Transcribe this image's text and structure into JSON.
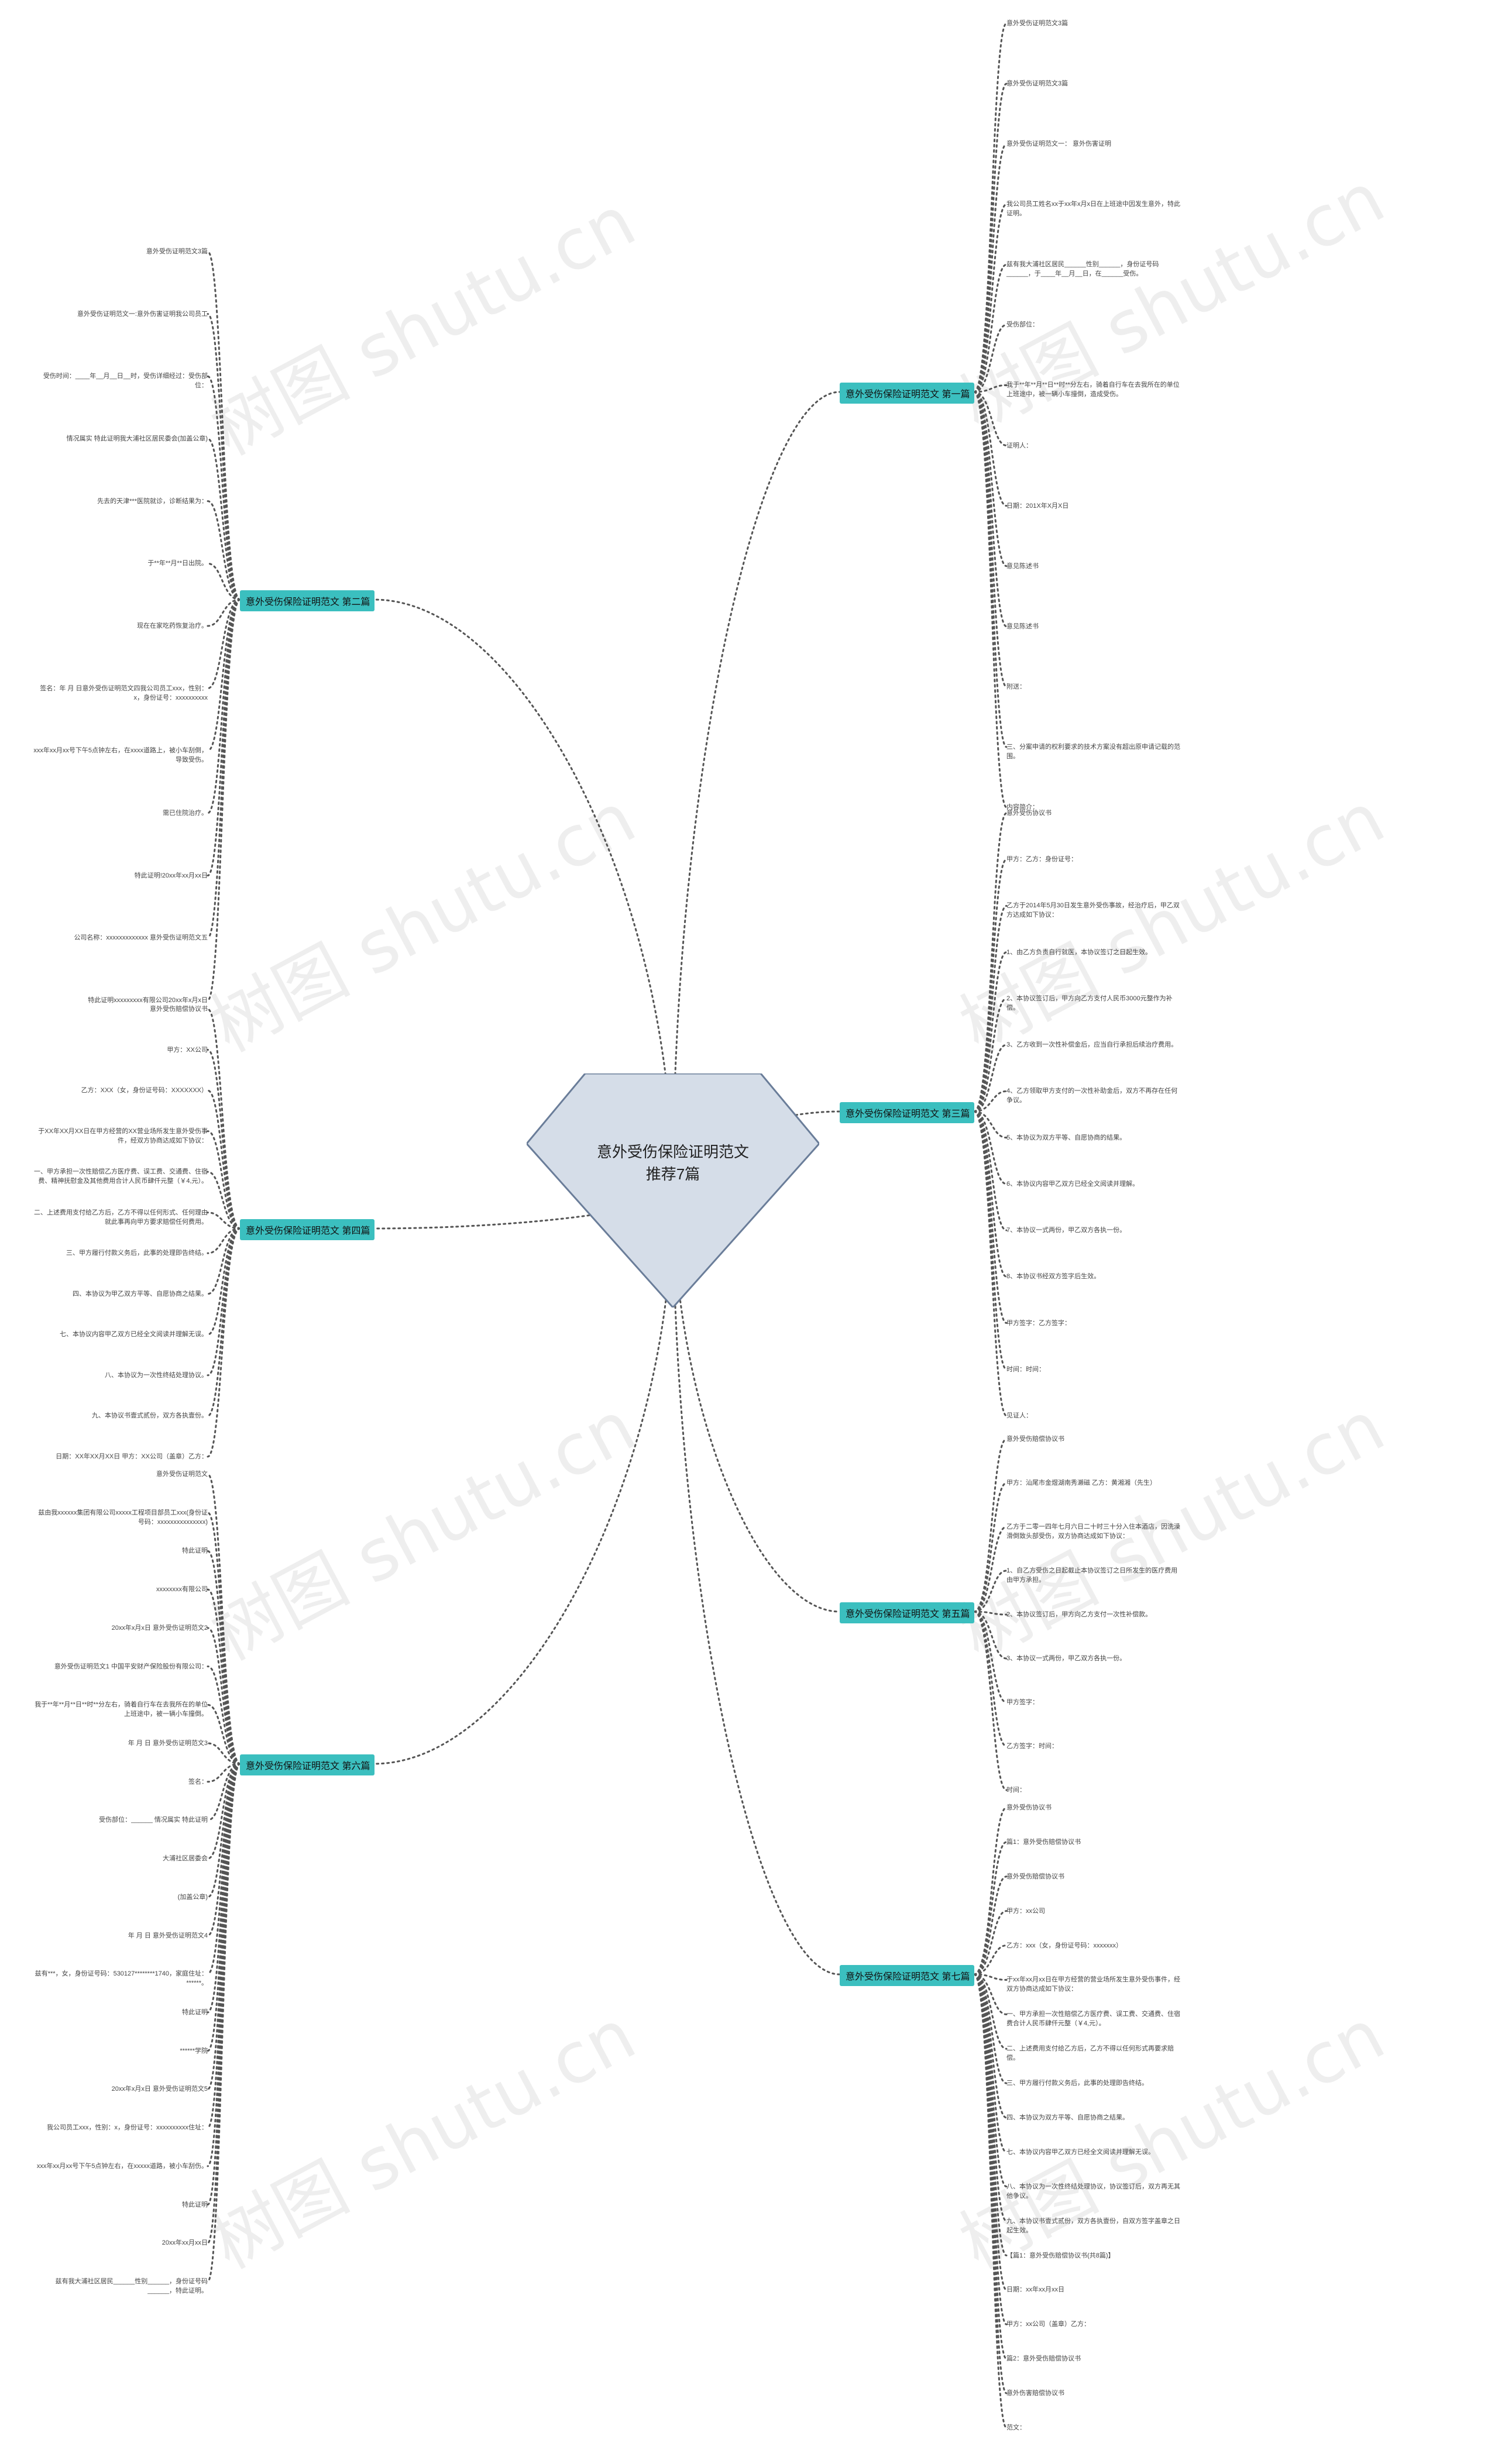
{
  "center_title": "意外受伤保险证明范文推荐7篇",
  "watermark": "树图 shutu.cn",
  "branches": [
    {
      "label": "意外受伤保险证明范文 第一篇",
      "items": [
        "意外受伤证明范文3篇",
        "意外受伤证明范文3篇",
        "意外受伤证明范文一： 意外伤害证明",
        "我公司员工姓名xx于xx年x月x日在上班途中因发生意外，特此证明。",
        "兹有我大浦社区居民______性别______，身份证号码______，于____年__月__日，在______受伤。",
        "受伤部位：",
        "我于**年**月**日**时**分左右，骑着自行车在去我所在的单位上班途中，被一辆小车撞倒，造成受伤。",
        "证明人：",
        "日期：201X年X月X日",
        "意见陈述书",
        "意见陈述书",
        "附送：",
        "三、分案申请的权利要求的技术方案没有超出原申请记载的范围。",
        "内容简介："
      ]
    },
    {
      "label": "意外受伤保险证明范文 第二篇",
      "items": [
        "意外受伤证明范文3篇",
        "意外受伤证明范文一:意外伤害证明我公司员工",
        "受伤时间：____年__月__日__时，受伤详细经过：受伤部位：",
        "情况属实 特此证明我大浦社区居民委会(加盖公章)",
        "先去的天津***医院就诊，诊断结果为：",
        "于**年**月**日出院。",
        "现在在家吃药恢复治疗。",
        "签名：年 月 日意外受伤证明范文四我公司员工xxx，性别：x，身份证号：xxxxxxxxxx",
        "xxx年xx月xx号下午5点钟左右，在xxxx道路上，被小车刮倒，导致受伤。",
        "需已住院治疗。",
        "特此证明!20xx年xx月xx日",
        "公司名称：xxxxxxxxxxxxx 意外受伤证明范文五",
        "特此证明xxxxxxxxx有限公司20xx年x月x日"
      ]
    },
    {
      "label": "意外受伤保险证明范文 第三篇",
      "items": [
        "意外受伤协议书",
        "甲方：乙方：身份证号：",
        "乙方于2014年5月30日发生意外受伤事故，经治疗后，甲乙双方达成如下协议：",
        "1、由乙方负责自行就医，本协议签订之日起生效。",
        "2、本协议签订后，甲方向乙方支付人民币3000元整作为补偿。",
        "3、乙方收到一次性补偿金后，应当自行承担后续治疗费用。",
        "4、乙方领取甲方支付的一次性补助金后，双方不再存在任何争议。",
        "5、本协议为双方平等、自愿协商的结果。",
        "6、本协议内容甲乙双方已经全文阅读并理解。",
        "7、本协议一式两份，甲乙双方各执一份。",
        "8、本协议书经双方签字后生效。",
        "甲方签字：乙方签字：",
        "时间：时间：",
        "见证人："
      ]
    },
    {
      "label": "意外受伤保险证明范文 第四篇",
      "items": [
        "意外受伤赔偿协议书",
        "甲方：XX公司",
        "乙方：XXX（女，身份证号码：XXXXXXX）",
        "于XX年XX月XX日在甲方经营的XX营业场所发生意外受伤事件，经双方协商达成如下协议：",
        "一、甲方承担一次性赔偿乙方医疗费、误工费、交通费、住宿费、精神抚慰金及其他费用合计人民币肆仟元整（￥4,元）。",
        "二、上述费用支付给乙方后，乙方不得以任何形式、任何理由就此事再向甲方要求赔偿任何费用。",
        "三、甲方履行付款义务后，此事的处理即告终结。",
        "四、本协议为甲乙双方平等、自愿协商之结果。",
        "七、本协议内容甲乙双方已经全文阅读并理解无误。",
        "八、本协议为一次性终结处理协议。",
        "九、本协议书壹式贰份，双方各执壹份。",
        "日期：XX年XX月XX日 甲方：XX公司（盖章）乙方："
      ]
    },
    {
      "label": "意外受伤保险证明范文 第五篇",
      "items": [
        "意外受伤赔偿协议书",
        "甲方：汕尾市金煜湖南秀濑磁 乙方：黄湘湘（先生）",
        "乙方于二零一四年七月六日二十时三十分入住本酒店，因洗澡滑倒致头部受伤，双方协商达成如下协议：",
        "1、自乙方受伤之日起截止本协议签订之日所发生的医疗费用由甲方承担。",
        "2、本协议签订后，甲方向乙方支付一次性补偿款。",
        "3、本协议一式两份，甲乙双方各执一份。",
        "甲方签字：",
        "乙方签字：时间：",
        "时间："
      ]
    },
    {
      "label": "意外受伤保险证明范文 第六篇",
      "items": [
        "意外受伤证明范文",
        "兹由我xxxxxx集团有限公司xxxxx工程项目部员工xxx(身份证号码：xxxxxxxxxxxxxxx)",
        "特此证明",
        "xxxxxxxx有限公司",
        "20xx年x月x日 意外受伤证明范文2",
        "意外受伤证明范文1 中国平安财产保险股份有限公司：",
        "我于**年**月**日**时**分左右，骑着自行车在去我所在的单位上班途中，被一辆小车撞倒。",
        "年 月 日 意外受伤证明范文3",
        "签名：",
        "受伤部位：______ 情况属实 特此证明",
        "大浦社区居委会",
        "(加盖公章)",
        "年 月 日 意外受伤证明范文4",
        "兹有***，女，身份证号码：530127********1740，家庭住址：******。",
        "特此证明",
        "******学院",
        "20xx年x月x日 意外受伤证明范文5",
        "我公司员工xxx，性别：x，身份证号：xxxxxxxxxx住址：",
        "xxx年xx月xx号下午5点钟左右，在xxxxx道路，被小车刮伤。",
        "特此证明",
        "20xx年xx月xx日",
        "兹有我大浦社区居民______性别______，身份证号码______，特此证明。"
      ]
    },
    {
      "label": "意外受伤保险证明范文 第七篇",
      "items": [
        "意外受伤协议书",
        "篇1：意外受伤赔偿协议书",
        "意外受伤赔偿协议书",
        "甲方：xx公司",
        "乙方：xxx（女，身份证号码：xxxxxxx）",
        "于xx年xx月xx日在甲方经营的营业场所发生意外受伤事件，经双方协商达成如下协议：",
        "一、甲方承担一次性赔偿乙方医疗费、误工费、交通费、住宿费合计人民币肆仟元整（￥4,元）。",
        "二、上述费用支付给乙方后，乙方不得以任何形式再要求赔偿。",
        "三、甲方履行付款义务后，此事的处理即告终结。",
        "四、本协议为双方平等、自愿协商之结果。",
        "七、本协议内容甲乙双方已经全文阅读并理解无误。",
        "八、本协议为一次性终结处理协议，协议签订后，双方再无其他争议。",
        "九、本协议书壹式贰份，双方各执壹份，自双方签字盖章之日起生效。",
        "【篇1：意外受伤赔偿协议书(共8篇)】",
        "日期：xx年xx月xx日",
        "甲方：xx公司（盖章）乙方：",
        "篇2：意外受伤赔偿协议书",
        "意外伤害赔偿协议书",
        "范文："
      ]
    }
  ]
}
